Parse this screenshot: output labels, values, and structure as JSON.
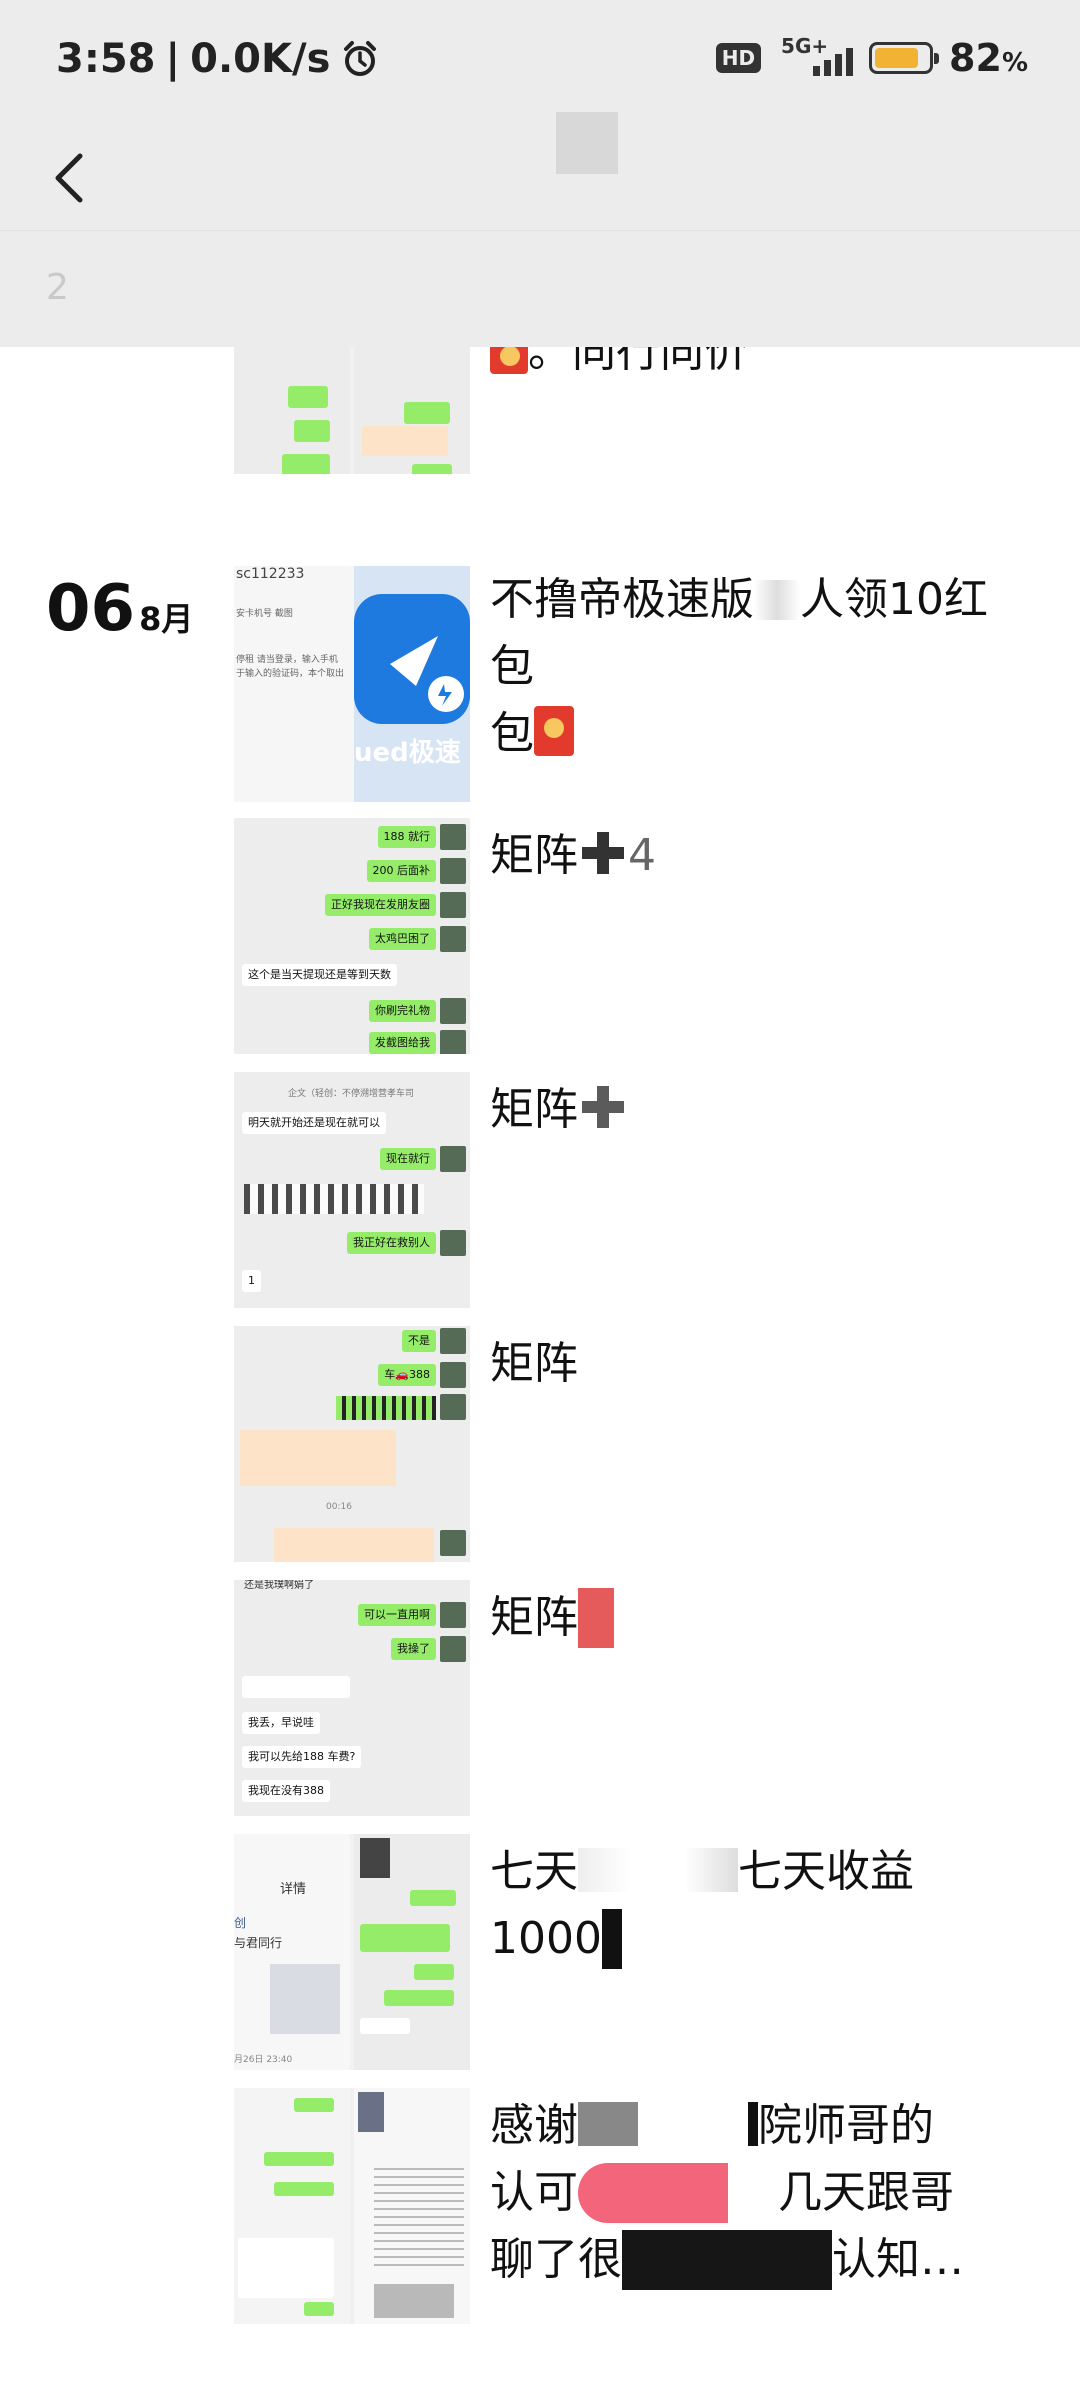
{
  "status_bar": {
    "time": "3:58",
    "separator": "|",
    "net_speed": "0.0K/s",
    "hd_badge": "HD",
    "network": "5G+",
    "battery_level": 82,
    "battery_number": "82",
    "battery_unit": "%",
    "battery_color": "#f2b233"
  },
  "nav": {
    "back_icon": "back-chevron-icon"
  },
  "subheader": {
    "text": "2"
  },
  "feed": {
    "date_day": "06",
    "date_month": "8月",
    "posts": [
      {
        "text": "。同行同价"
      },
      {
        "text": "不撸帝极速版",
        "text_b": "人领10红包"
      },
      {
        "text": "矩阵",
        "text_b": "4"
      },
      {
        "text": "矩阵"
      },
      {
        "text": "矩阵"
      },
      {
        "text": "矩阵"
      },
      {
        "text": "七天",
        "text_b": "七天收益",
        "text_c": "1000"
      },
      {
        "text": "感谢",
        "text_b": "院师哥的",
        "text_c": "认可",
        "text_d": "几天跟哥",
        "text_e": "聊了很",
        "text_f": "认知…"
      }
    ]
  },
  "thumbs": {
    "t1": {
      "green_a": "188 就行",
      "green_b": "200 后面补",
      "green_c": "正好我现在发朋友圈",
      "green_d": "太鸡巴困了",
      "white_a": "这个是当天提现还是等到天数",
      "green_e": "你刷完礼物",
      "green_f": "发截图给我"
    },
    "t2": {
      "header": "企文（轻创：不停溯增营孝车司",
      "white_a": "明天就开始还是现在就可以",
      "green_a": "现在就行",
      "green_b": "我正好在救别人",
      "white_b": "1"
    },
    "t3": {
      "green_a": "不是",
      "green_b": "车🚗388",
      "time": "00:16"
    },
    "t4": {
      "top": "还是我璞啊娟了",
      "green_a": "可以一直用啊",
      "green_b": "我操了",
      "white_a": "我丢，早说哇",
      "white_b": "我可以先给188 车费?",
      "white_c": "我现在没有388"
    },
    "t5": {
      "title": "详情",
      "line_a": "创",
      "line_b": "与君同行",
      "date": "月26日 23:40"
    },
    "app": {
      "caption": "ued极速",
      "header": "sc112233",
      "line_a": "安卡机号 截图",
      "line_b": "停租 请当登录，输入手机",
      "line_c": "于输入的验证码，本个取出"
    }
  }
}
